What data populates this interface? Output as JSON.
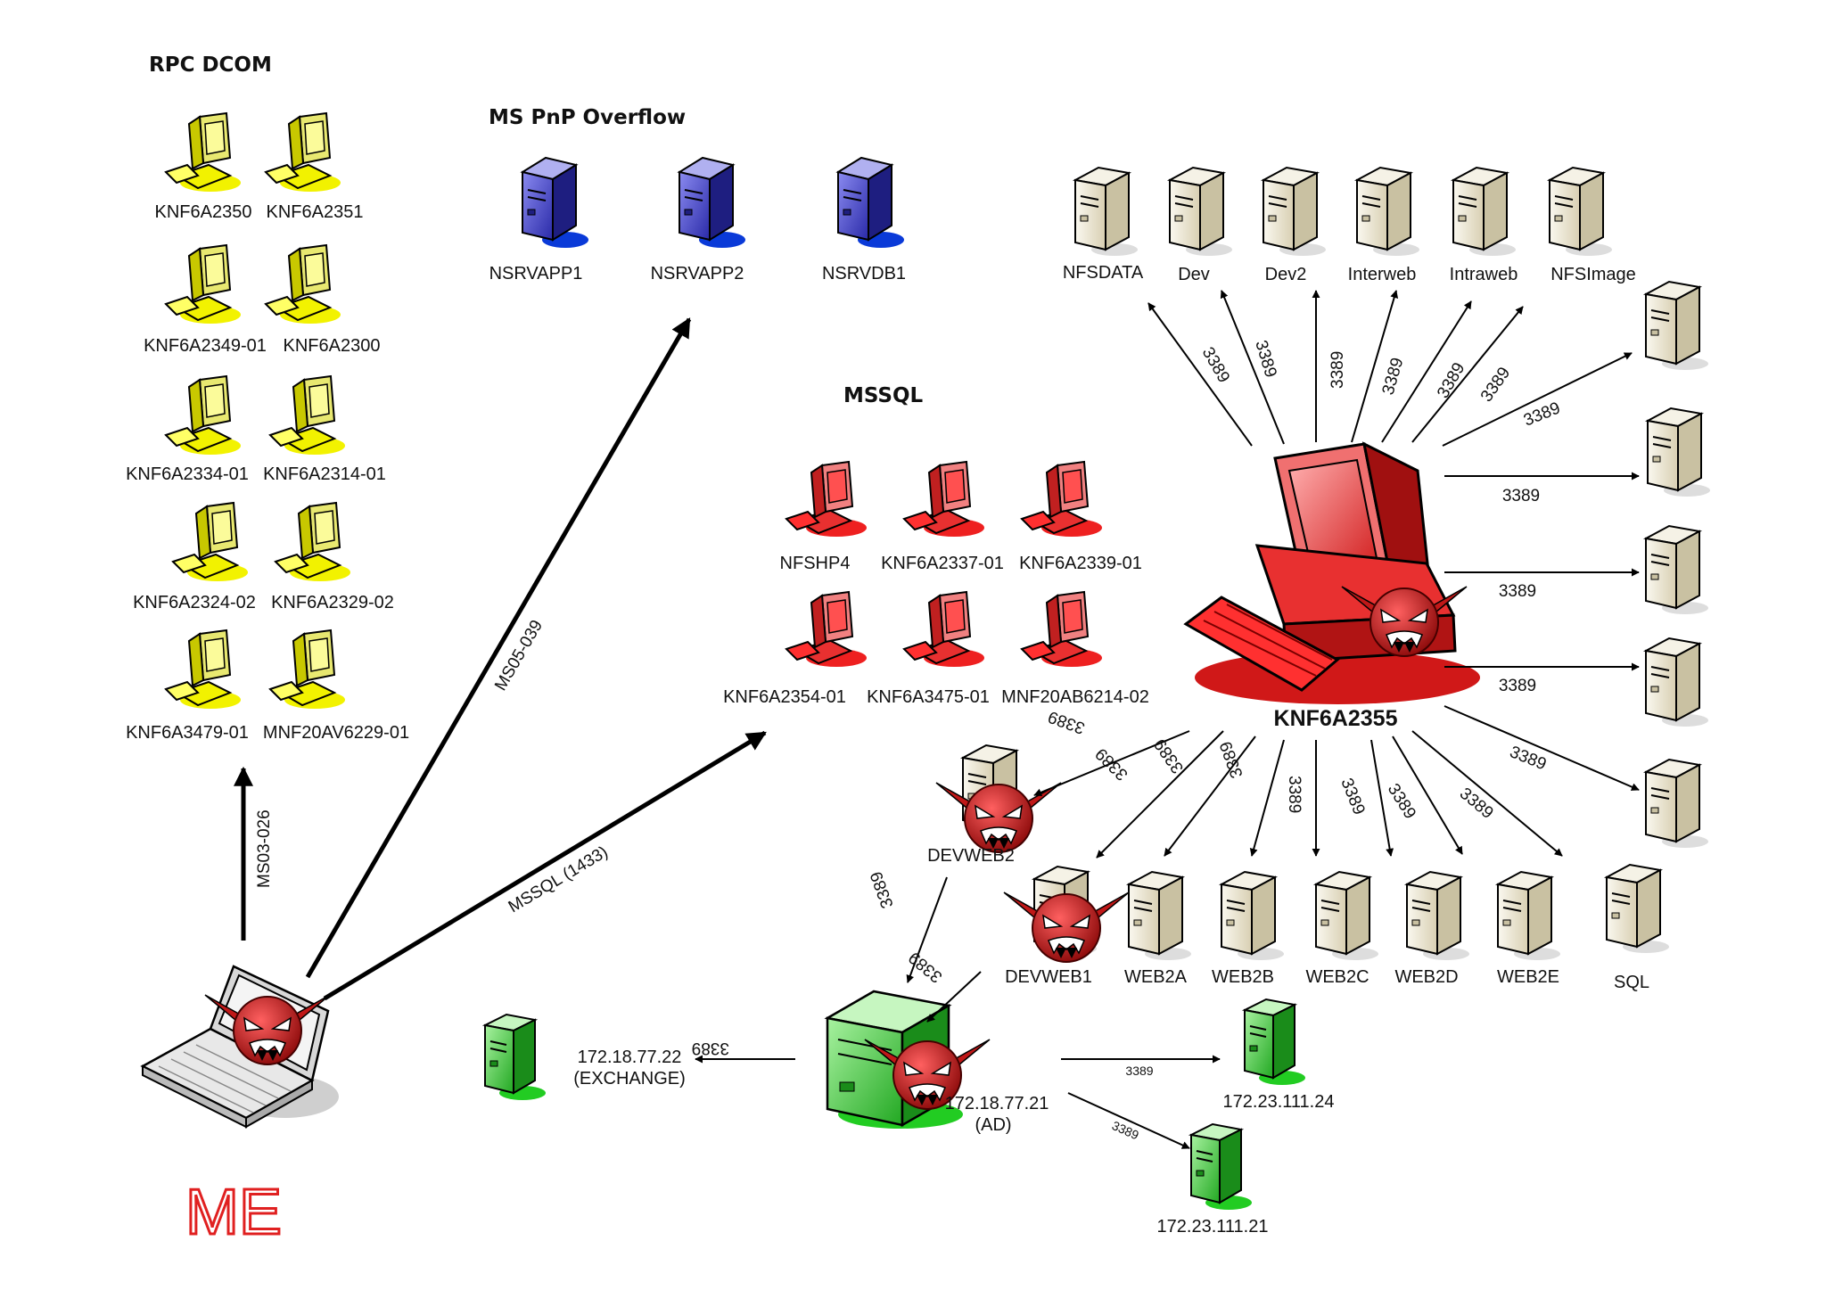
{
  "groups": {
    "rpc_dcom": "RPC DCOM",
    "ms_pnp": "MS PnP Overflow",
    "mssql": "MSSQL"
  },
  "rpc_hosts": [
    "KNF6A2350",
    "KNF6A2351",
    "KNF6A2349-01",
    "KNF6A2300",
    "KNF6A2334-01",
    "KNF6A2314-01",
    "KNF6A2324-02",
    "KNF6A2329-02",
    "KNF6A3479-01",
    "MNF20AV6229-01"
  ],
  "pnp_servers": [
    "NSRVAPP1",
    "NSRVAPP2",
    "NSRVDB1"
  ],
  "mssql_hosts": [
    "NFSHP4",
    "KNF6A2337-01",
    "KNF6A2339-01",
    "KNF6A2354-01",
    "KNF6A3475-01",
    "MNF20AB6214-02"
  ],
  "top_servers": [
    "NFSDATA",
    "Dev",
    "Dev2",
    "Interweb",
    "Intraweb",
    "NFSImage"
  ],
  "bottom_servers": [
    "DEVWEB2",
    "DEVWEB1",
    "WEB2A",
    "WEB2B",
    "WEB2C",
    "WEB2D",
    "WEB2E",
    "SQL"
  ],
  "central_host": "KNF6A2355",
  "ad_server": {
    "ip": "172.18.77.21",
    "role": "(AD)"
  },
  "exchange": {
    "ip": "172.18.77.22",
    "role": "(EXCHANGE)"
  },
  "lower_servers": [
    "172.23.111.24",
    "172.23.111.21"
  ],
  "exploits": {
    "ms03": "MS03-026",
    "ms05": "MS05-039",
    "mssql": "MSSQL (1433)"
  },
  "port": "3389",
  "me_label": "ME",
  "colors": {
    "rpc_pc": "#f2f200",
    "pnp_server": "#4a4ad8",
    "mssql_pc": "#e03030",
    "central": "#e02020",
    "server": "#ece6d2",
    "green": "#3cd03c",
    "virus": "#c01818"
  },
  "icons": [
    "yellow-pc-icon",
    "blue-server-icon",
    "red-pc-icon",
    "beige-server-icon",
    "green-server-icon",
    "laptop-icon",
    "virus-icon"
  ]
}
